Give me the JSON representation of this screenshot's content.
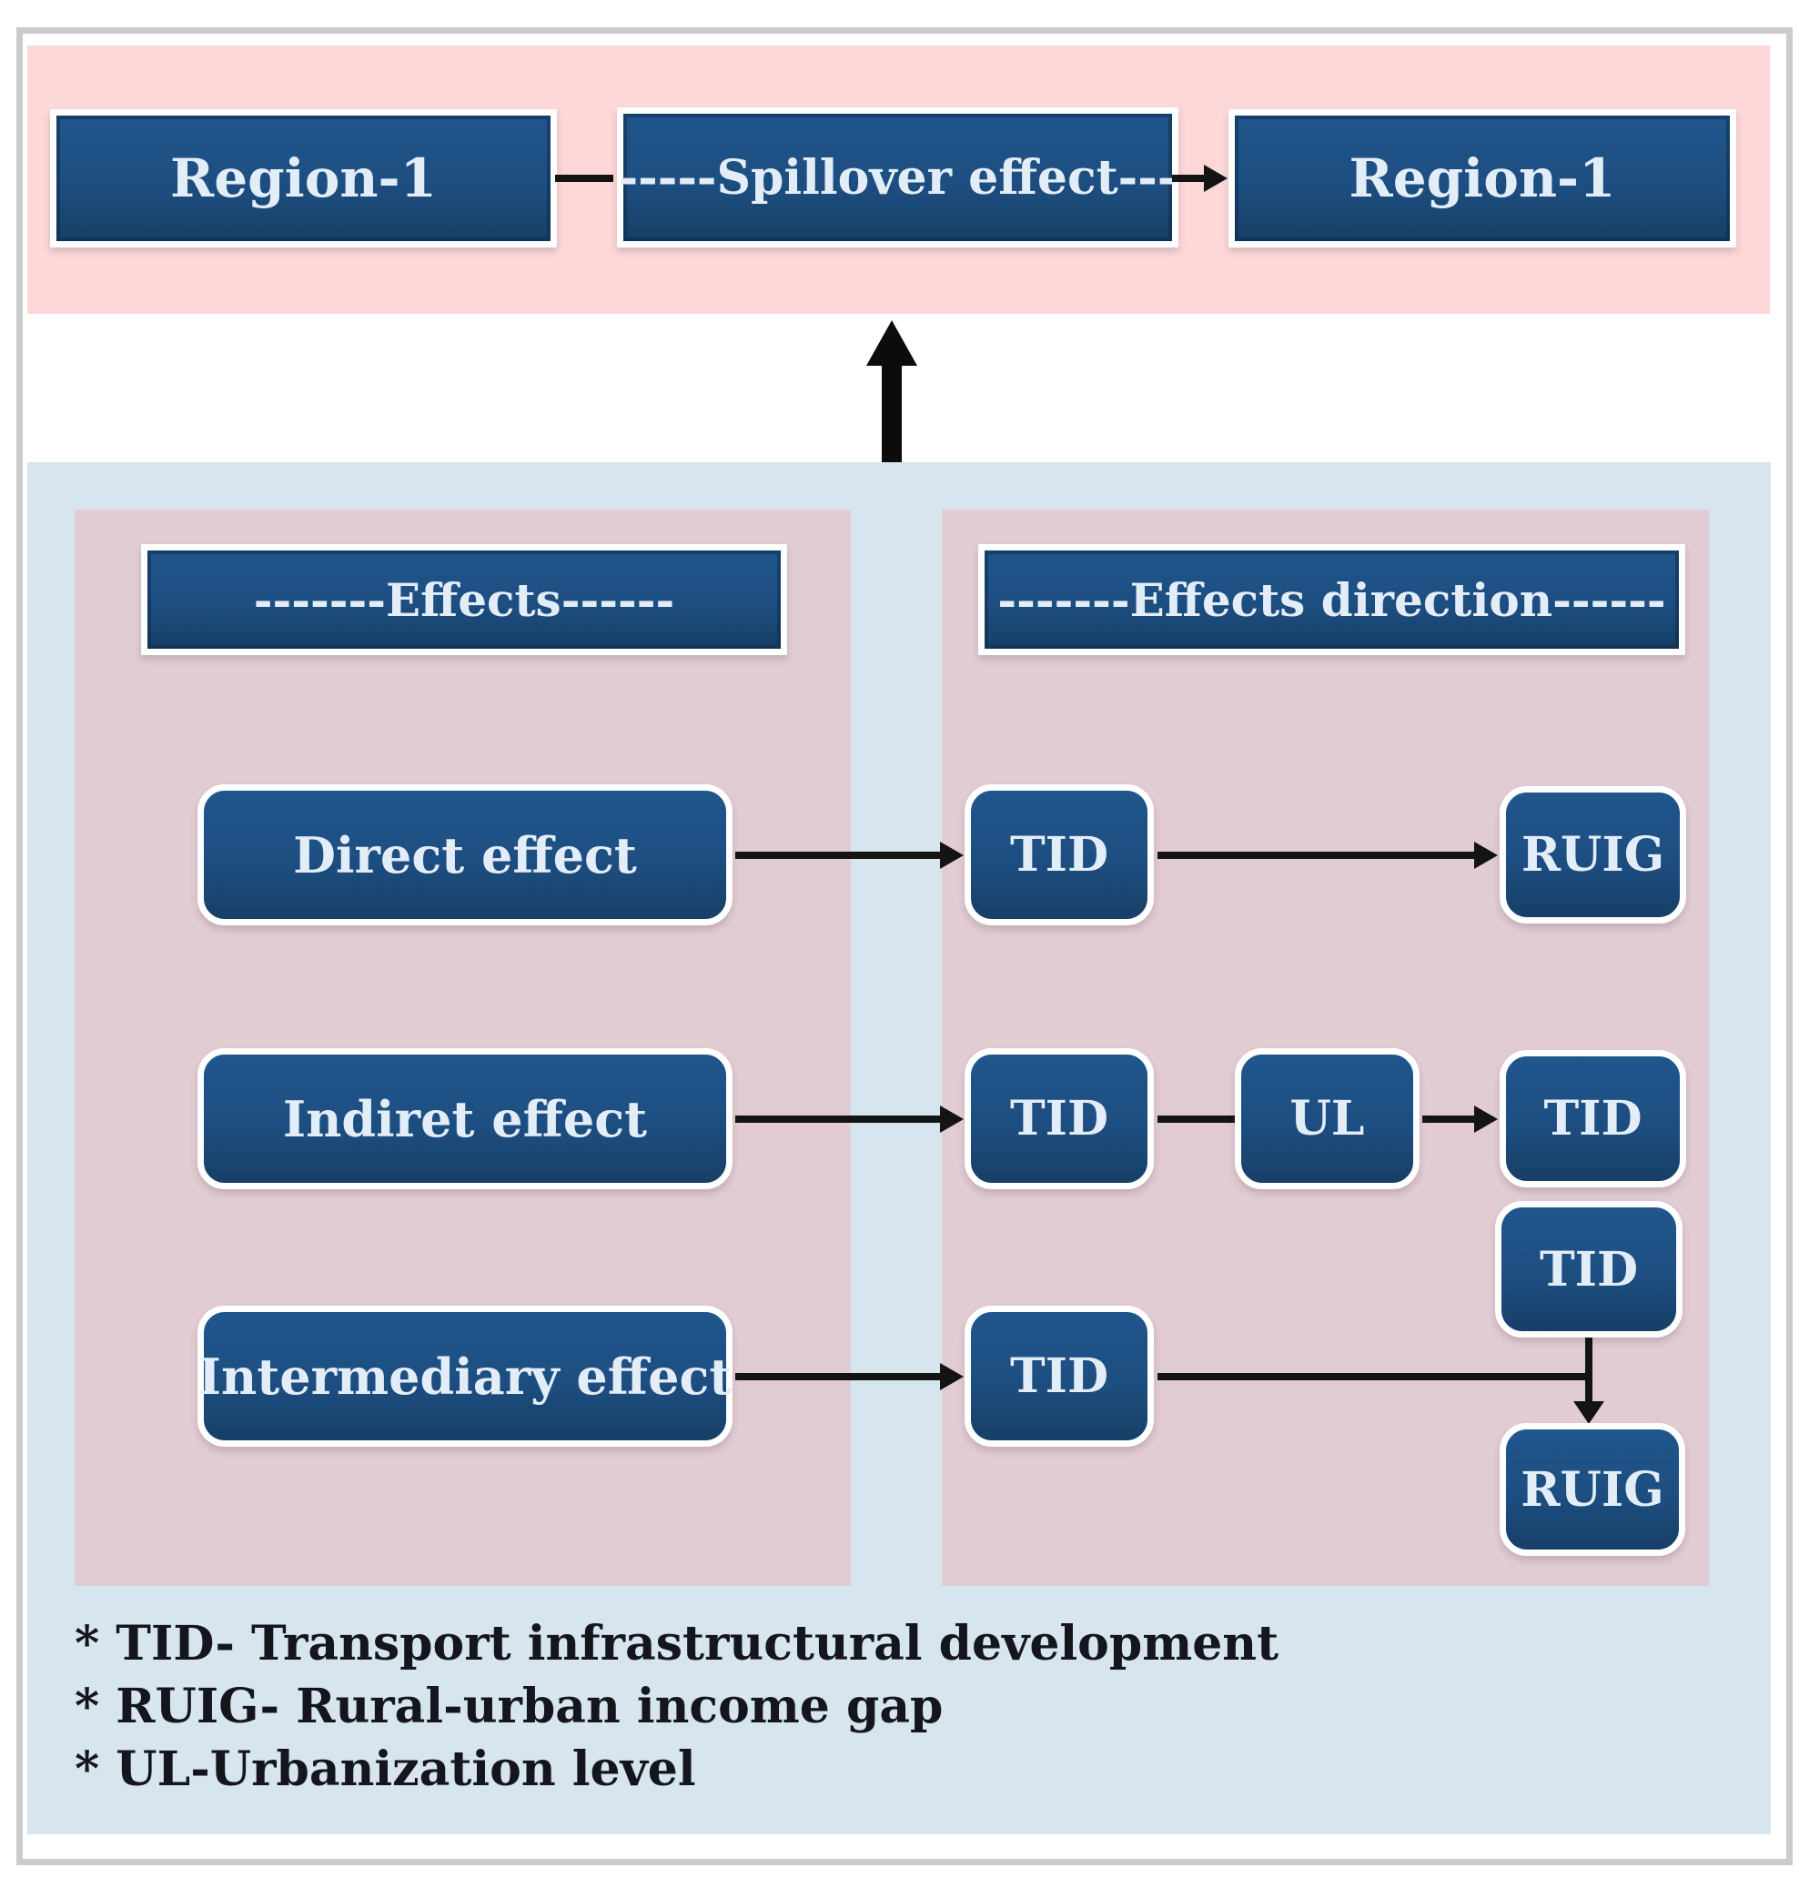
{
  "figure": {
    "top_band": {
      "region_left": "Region-1",
      "spillover": "-----Spillover effect---",
      "region_right": "Region-1"
    },
    "effects_panel": {
      "header": "-------Effects------",
      "rows": [
        {
          "label": "Direct effect"
        },
        {
          "label": "Indiret effect"
        },
        {
          "label": "Intermediary effect"
        }
      ]
    },
    "direction_panel": {
      "header": "-------Effects direction------",
      "row1": {
        "a": "TID",
        "b": "RUIG"
      },
      "row2": {
        "a": "TID",
        "b": "UL",
        "c": "TID"
      },
      "row3": {
        "top": "TID",
        "a": "TID",
        "b": "RUIG"
      }
    },
    "legend": [
      "* TID- Transport infrastructural development",
      "* RUIG- Rural-urban income gap",
      "* UL-Urbanization level"
    ],
    "colors": {
      "box_blue": "#1d4e81",
      "box_text": "#e3edf8",
      "pink_band": "#fcd8d9",
      "panel_blue": "#d7e5ee",
      "panel_mauve": "#e2ccd3",
      "frame_gray": "#cbcbcb",
      "line_black": "#141414",
      "legend_text": "#15151d"
    }
  }
}
